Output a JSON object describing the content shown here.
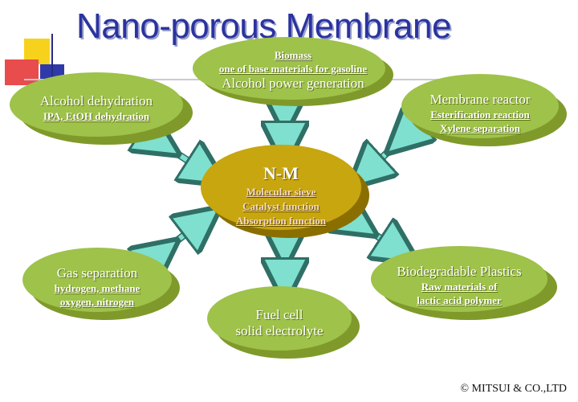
{
  "title": "Nano-porous Membrane",
  "center": {
    "title": "N-M",
    "lines": [
      "Molecular sieve",
      "Catalyst function",
      "Absorption function"
    ]
  },
  "nodes": {
    "biomass": {
      "lines": [
        "Biomass",
        "one of base materials for gasoline"
      ],
      "plain": "Alcohol power generation"
    },
    "alcohol": {
      "title": "Alcohol dehydration",
      "sub": "IPA, EtOH dehydration"
    },
    "membrane": {
      "title": "Membrane reactor",
      "lines": [
        "Esterification reaction",
        "Xylene separation"
      ]
    },
    "gas": {
      "title": "Gas separation",
      "lines": [
        "hydrogen, methane",
        "oxygen, nitrogen"
      ]
    },
    "fuel": {
      "lines": [
        "Fuel cell",
        "solid electrolyte"
      ]
    },
    "bio": {
      "title": "Biodegradable Plastics",
      "lines": [
        "Raw materials of",
        "lactic acid polymer"
      ]
    }
  },
  "colors": {
    "title": "#2a33a0",
    "ellipse": "#9ec24a",
    "center": "#c7a60f",
    "arrow": "#7fe0cf"
  },
  "copyright": "© MITSUI & CO.,LTD"
}
